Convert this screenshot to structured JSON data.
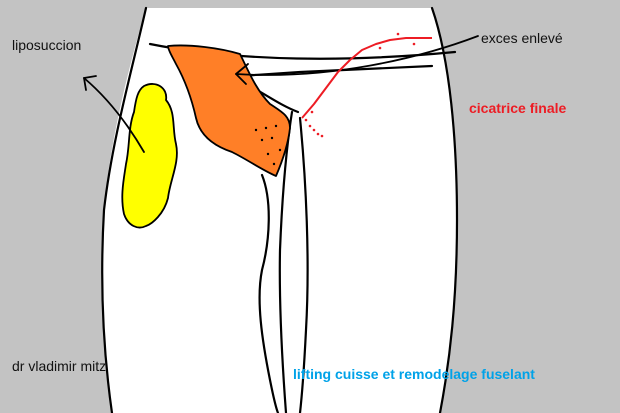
{
  "labels": {
    "liposuccion": "liposuccion",
    "exces": "exces enlevé",
    "cicatrice": "cicatrice finale",
    "author": "dr vladimir mitz",
    "caption": "lifting cuisse et remodelage fuselant"
  },
  "colors": {
    "background_gray": "#c3c3c3",
    "body_white": "#ffffff",
    "outline": "#000000",
    "liposuction_zone": "#ffff00",
    "excess_zone": "#ff7f27",
    "scar_line": "#ed1c24",
    "caption_text": "#00a2e8",
    "scar_label": "#ed1c24"
  }
}
